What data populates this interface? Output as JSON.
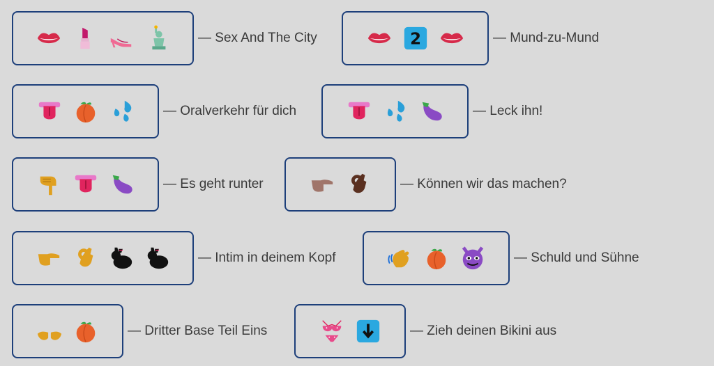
{
  "pairs": [
    {
      "caption": "— Sex And The City",
      "emojis": [
        "lips-icon",
        "lipstick-icon",
        "high-heel-icon",
        "statue-of-liberty-icon"
      ]
    },
    {
      "caption": "— Mund-zu-Mund",
      "emojis": [
        "lips-icon",
        "keycap-2-icon",
        "lips-icon"
      ]
    },
    {
      "caption": "— Oralverkehr für dich",
      "emojis": [
        "tongue-icon",
        "peach-icon",
        "sweat-droplets-icon"
      ]
    },
    {
      "caption": "— Leck ihn!",
      "emojis": [
        "tongue-icon",
        "sweat-droplets-icon",
        "eggplant-icon"
      ]
    },
    {
      "caption": "— Es geht runter",
      "emojis": [
        "point-down-icon",
        "tongue-icon",
        "eggplant-icon"
      ]
    },
    {
      "caption": "— Können wir das machen?",
      "emojis": [
        "point-right-brown-icon",
        "ok-hand-dark-icon"
      ]
    },
    {
      "caption": "— Intim in deinem Kopf",
      "emojis": [
        "point-right-icon",
        "ok-hand-icon",
        "rabbit-icon",
        "rabbit-icon"
      ]
    },
    {
      "caption": "— Schuld und Sühne",
      "emojis": [
        "waving-hand-icon",
        "peach-icon",
        "smiling-imp-icon"
      ]
    },
    {
      "caption": "— Dritter Base Teil Eins",
      "emojis": [
        "open-hands-icon",
        "peach-icon"
      ]
    },
    {
      "caption": "— Zieh deinen Bikini aus",
      "emojis": [
        "bikini-icon",
        "down-arrow-icon"
      ]
    }
  ],
  "colors": {
    "background": "#dadada",
    "border": "#1d3f7a",
    "text": "#3a3a3a"
  }
}
